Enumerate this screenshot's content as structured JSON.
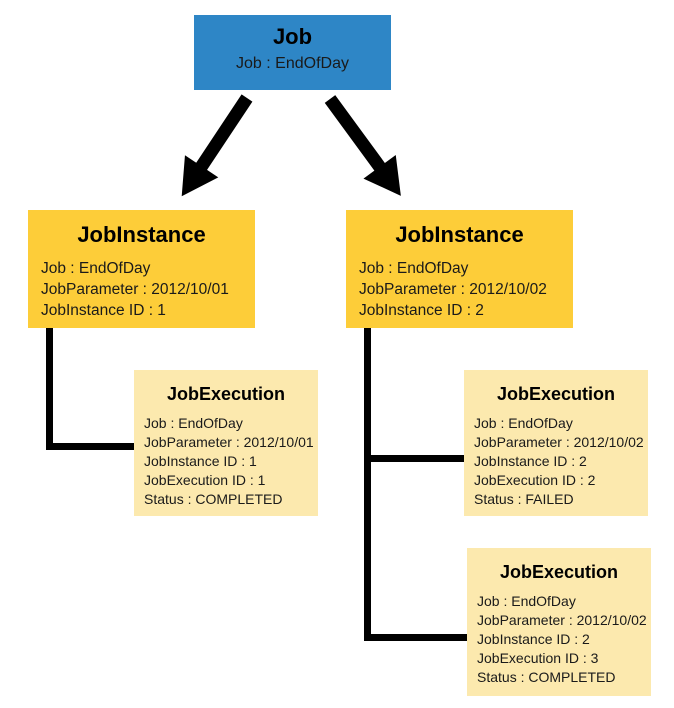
{
  "diagram": {
    "job": {
      "title": "Job",
      "lines": [
        "Job : EndOfDay"
      ]
    },
    "job_instances": [
      {
        "title": "JobInstance",
        "lines": [
          "Job : EndOfDay",
          "JobParameter : 2012/10/01",
          "JobInstance ID : 1"
        ]
      },
      {
        "title": "JobInstance",
        "lines": [
          "Job : EndOfDay",
          "JobParameter : 2012/10/02",
          "JobInstance ID : 2"
        ]
      }
    ],
    "job_executions": [
      {
        "title": "JobExecution",
        "lines": [
          "Job : EndOfDay",
          "JobParameter : 2012/10/01",
          "JobInstance ID : 1",
          "JobExecution ID : 1",
          "Status : COMPLETED"
        ]
      },
      {
        "title": "JobExecution",
        "lines": [
          "Job : EndOfDay",
          "JobParameter : 2012/10/02",
          "JobInstance ID : 2",
          "JobExecution ID : 2",
          "Status : FAILED"
        ]
      },
      {
        "title": "JobExecution",
        "lines": [
          "Job : EndOfDay",
          "JobParameter : 2012/10/02",
          "JobInstance ID : 2",
          "JobExecution ID : 3",
          "Status : COMPLETED"
        ]
      }
    ],
    "colors": {
      "job_fill": "#2E86C6",
      "job_instance_fill": "#FDCD39",
      "job_execution_fill": "#FCE9AE",
      "connector": "#000000",
      "text": "#000000"
    }
  }
}
